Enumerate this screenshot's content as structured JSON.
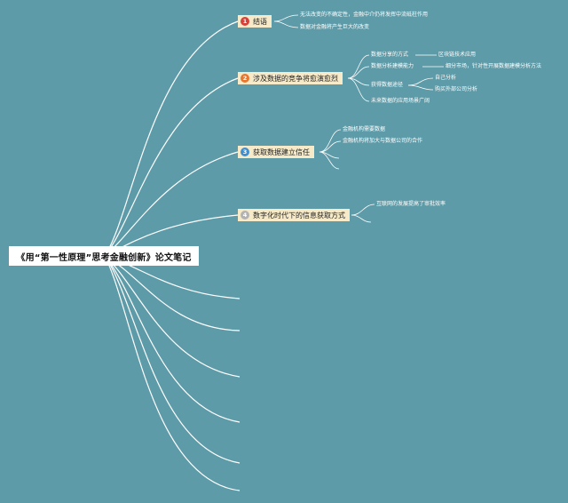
{
  "root": {
    "label": "《用“第一性原理”思考金融创新》论文笔记"
  },
  "colors": {
    "background": "#5e9ba8",
    "topic_fill": "#f6eac8",
    "line": "#ffffff"
  },
  "topics": [
    {
      "id": "t1",
      "number": "1",
      "label": "结语",
      "badge_color": "#d6413a"
    },
    {
      "id": "t2",
      "number": "2",
      "label": "涉及数据的竞争将愈演愈烈",
      "badge_color": "#e8762d"
    },
    {
      "id": "t3",
      "number": "3",
      "label": "获取数据建立信任",
      "badge_color": "#3f8fd1"
    },
    {
      "id": "t4",
      "number": "4",
      "label": "数字化时代下的信息获取方式",
      "badge_color": "#b3b3b3"
    }
  ],
  "leaves": {
    "t1_a": "无法改变的不确定性，金融中介仍将发挥中流砥柱作用",
    "t1_b": "数据对金融将产生巨大的改变",
    "t2_a": "数据分享的方式",
    "t2_a1": "区块链技术应用",
    "t2_b": "数据分析建模能力",
    "t2_b1": "细分市场，针对性开展数据建模分析方法",
    "t2_c": "获得数据途径",
    "t2_c1": "自己分析",
    "t2_c2": "购买外部公司分析",
    "t2_d": "未来数据的应用场景广阔",
    "t3_a": "金融机构需要数据",
    "t3_b": "金融机构将加大与数据公司的合作",
    "t4_a": "互联网的发展提高了审批效率"
  }
}
